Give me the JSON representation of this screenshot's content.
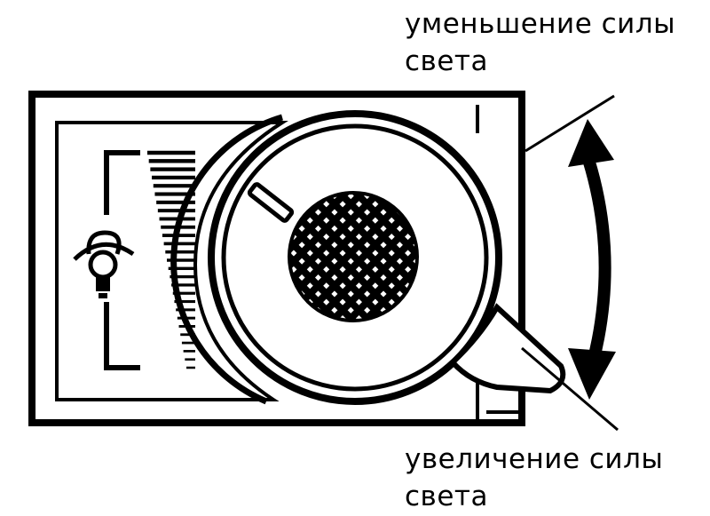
{
  "labels": {
    "decrease": {
      "line1": "уменьшение силы",
      "line2": "света"
    },
    "increase": {
      "line1": "увеличение силы",
      "line2": "света"
    }
  },
  "icons": {
    "brightness_symbol": "lamp-eye-icon",
    "adjust_arrow": "double-arrow-icon"
  },
  "colors": {
    "ink": "#000000",
    "paper": "#ffffff"
  }
}
